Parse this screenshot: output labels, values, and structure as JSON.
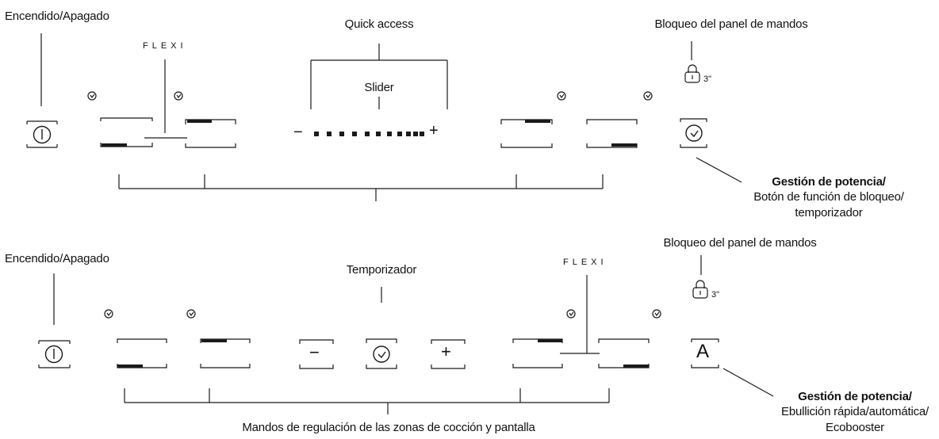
{
  "top": {
    "power_label": "Encendido/Apagado",
    "flexi_label": "FLEXI",
    "quick_access_label": "Quick access",
    "slider_label": "Slider",
    "lock_label": "Bloqueo del panel de mandos",
    "lock_seconds": "3\"",
    "mgmt_bold": "Gestión de potencia/",
    "mgmt_line1": "Botón de función de bloqueo/",
    "mgmt_line2": "temporizador",
    "minus_glyph": "−",
    "plus_glyph": "+"
  },
  "bottom": {
    "power_label": "Encendido/Apagado",
    "timer_label": "Temporizador",
    "flexi_label": "FLEXI",
    "lock_label": "Bloqueo del panel de mandos",
    "lock_seconds": "3\"",
    "minus_glyph": "−",
    "plus_glyph": "+",
    "auto_glyph": "A",
    "mgmt_bold": "Gestión de potencia/",
    "mgmt_line1": "Ebullición rápida/automática/",
    "mgmt_line2": "Ecobooster",
    "controls_label": "Mandos de regulación de las zonas de cocción y pantalla"
  },
  "colors": {
    "line": "#1a1a1a",
    "text": "#111111"
  }
}
